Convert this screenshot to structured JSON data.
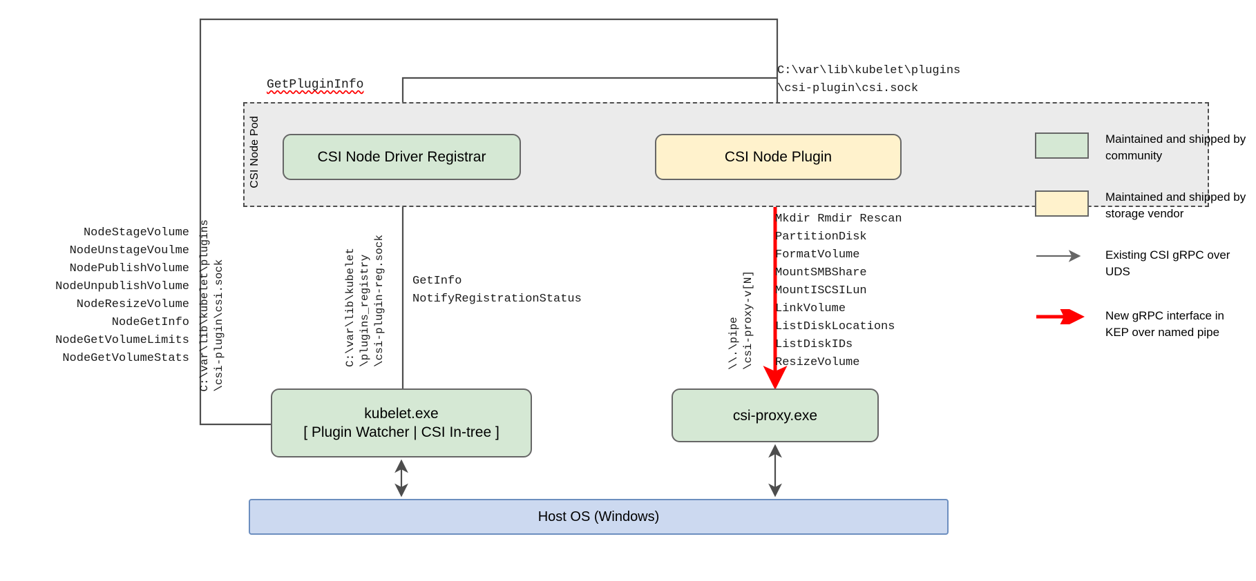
{
  "diagram": {
    "pod": {
      "label": "CSI Node Pod"
    },
    "boxes": {
      "registrar": "CSI Node Driver Registrar",
      "node_plugin": "CSI Node Plugin",
      "kubelet_line1": "kubelet.exe",
      "kubelet_line2": "[ Plugin Watcher | CSI In-tree ]",
      "csi_proxy": "csi-proxy.exe",
      "host_os": "Host OS (Windows)"
    },
    "labels": {
      "get_plugin_info": "GetPluginInfo",
      "csi_sock_path": "C:\\var\\lib\\kubelet\\plugins\n\\csi-plugin\\csi.sock",
      "registrar_calls": "GetInfo\nNotifyRegistrationStatus",
      "kubelet_plugins_path": "C:\\var\\lib\\kubelet\\plugins\n\\csi-plugin\\csi.sock",
      "plugins_registry_path": "C:\\var\\lib\\kubelet\n\\plugins_registry\n\\csi-plugin-reg.sock",
      "named_pipe_path": "\\\\.\\pipe\n\\csi-proxy-v[N]"
    },
    "node_operations": [
      "NodeStageVolume",
      "NodeUnstageVoulme",
      "NodePublishVolume",
      "NodeUnpublishVolume",
      "NodeResizeVolume",
      "NodeGetInfo",
      "NodeGetVolumeLimits",
      "NodeGetVolumeStats"
    ],
    "proxy_operations": [
      "Mkdir Rmdir Rescan",
      "PartitionDisk",
      "FormatVolume",
      "MountSMBShare",
      "MountISCSILun",
      "LinkVolume",
      "ListDiskLocations",
      "ListDiskIDs",
      "ResizeVolume"
    ],
    "colors": {
      "community_green": "#d5e8d4",
      "vendor_yellow": "#fff2cc",
      "host_os_blue": "#ccd9f0",
      "new_grpc_red": "#ff0000",
      "existing_grpc_gray": "#666666"
    }
  },
  "legend": {
    "items": [
      {
        "kind": "swatch",
        "color": "#d5e8d4",
        "text": "Maintained and shipped by community"
      },
      {
        "kind": "swatch",
        "color": "#fff2cc",
        "text": "Maintained and shipped by storage vendor"
      },
      {
        "kind": "arrow",
        "color": "#666666",
        "text": "Existing CSI gRPC over UDS"
      },
      {
        "kind": "arrow",
        "color": "#ff0000",
        "text": "New gRPC interface in KEP over named pipe"
      }
    ]
  }
}
